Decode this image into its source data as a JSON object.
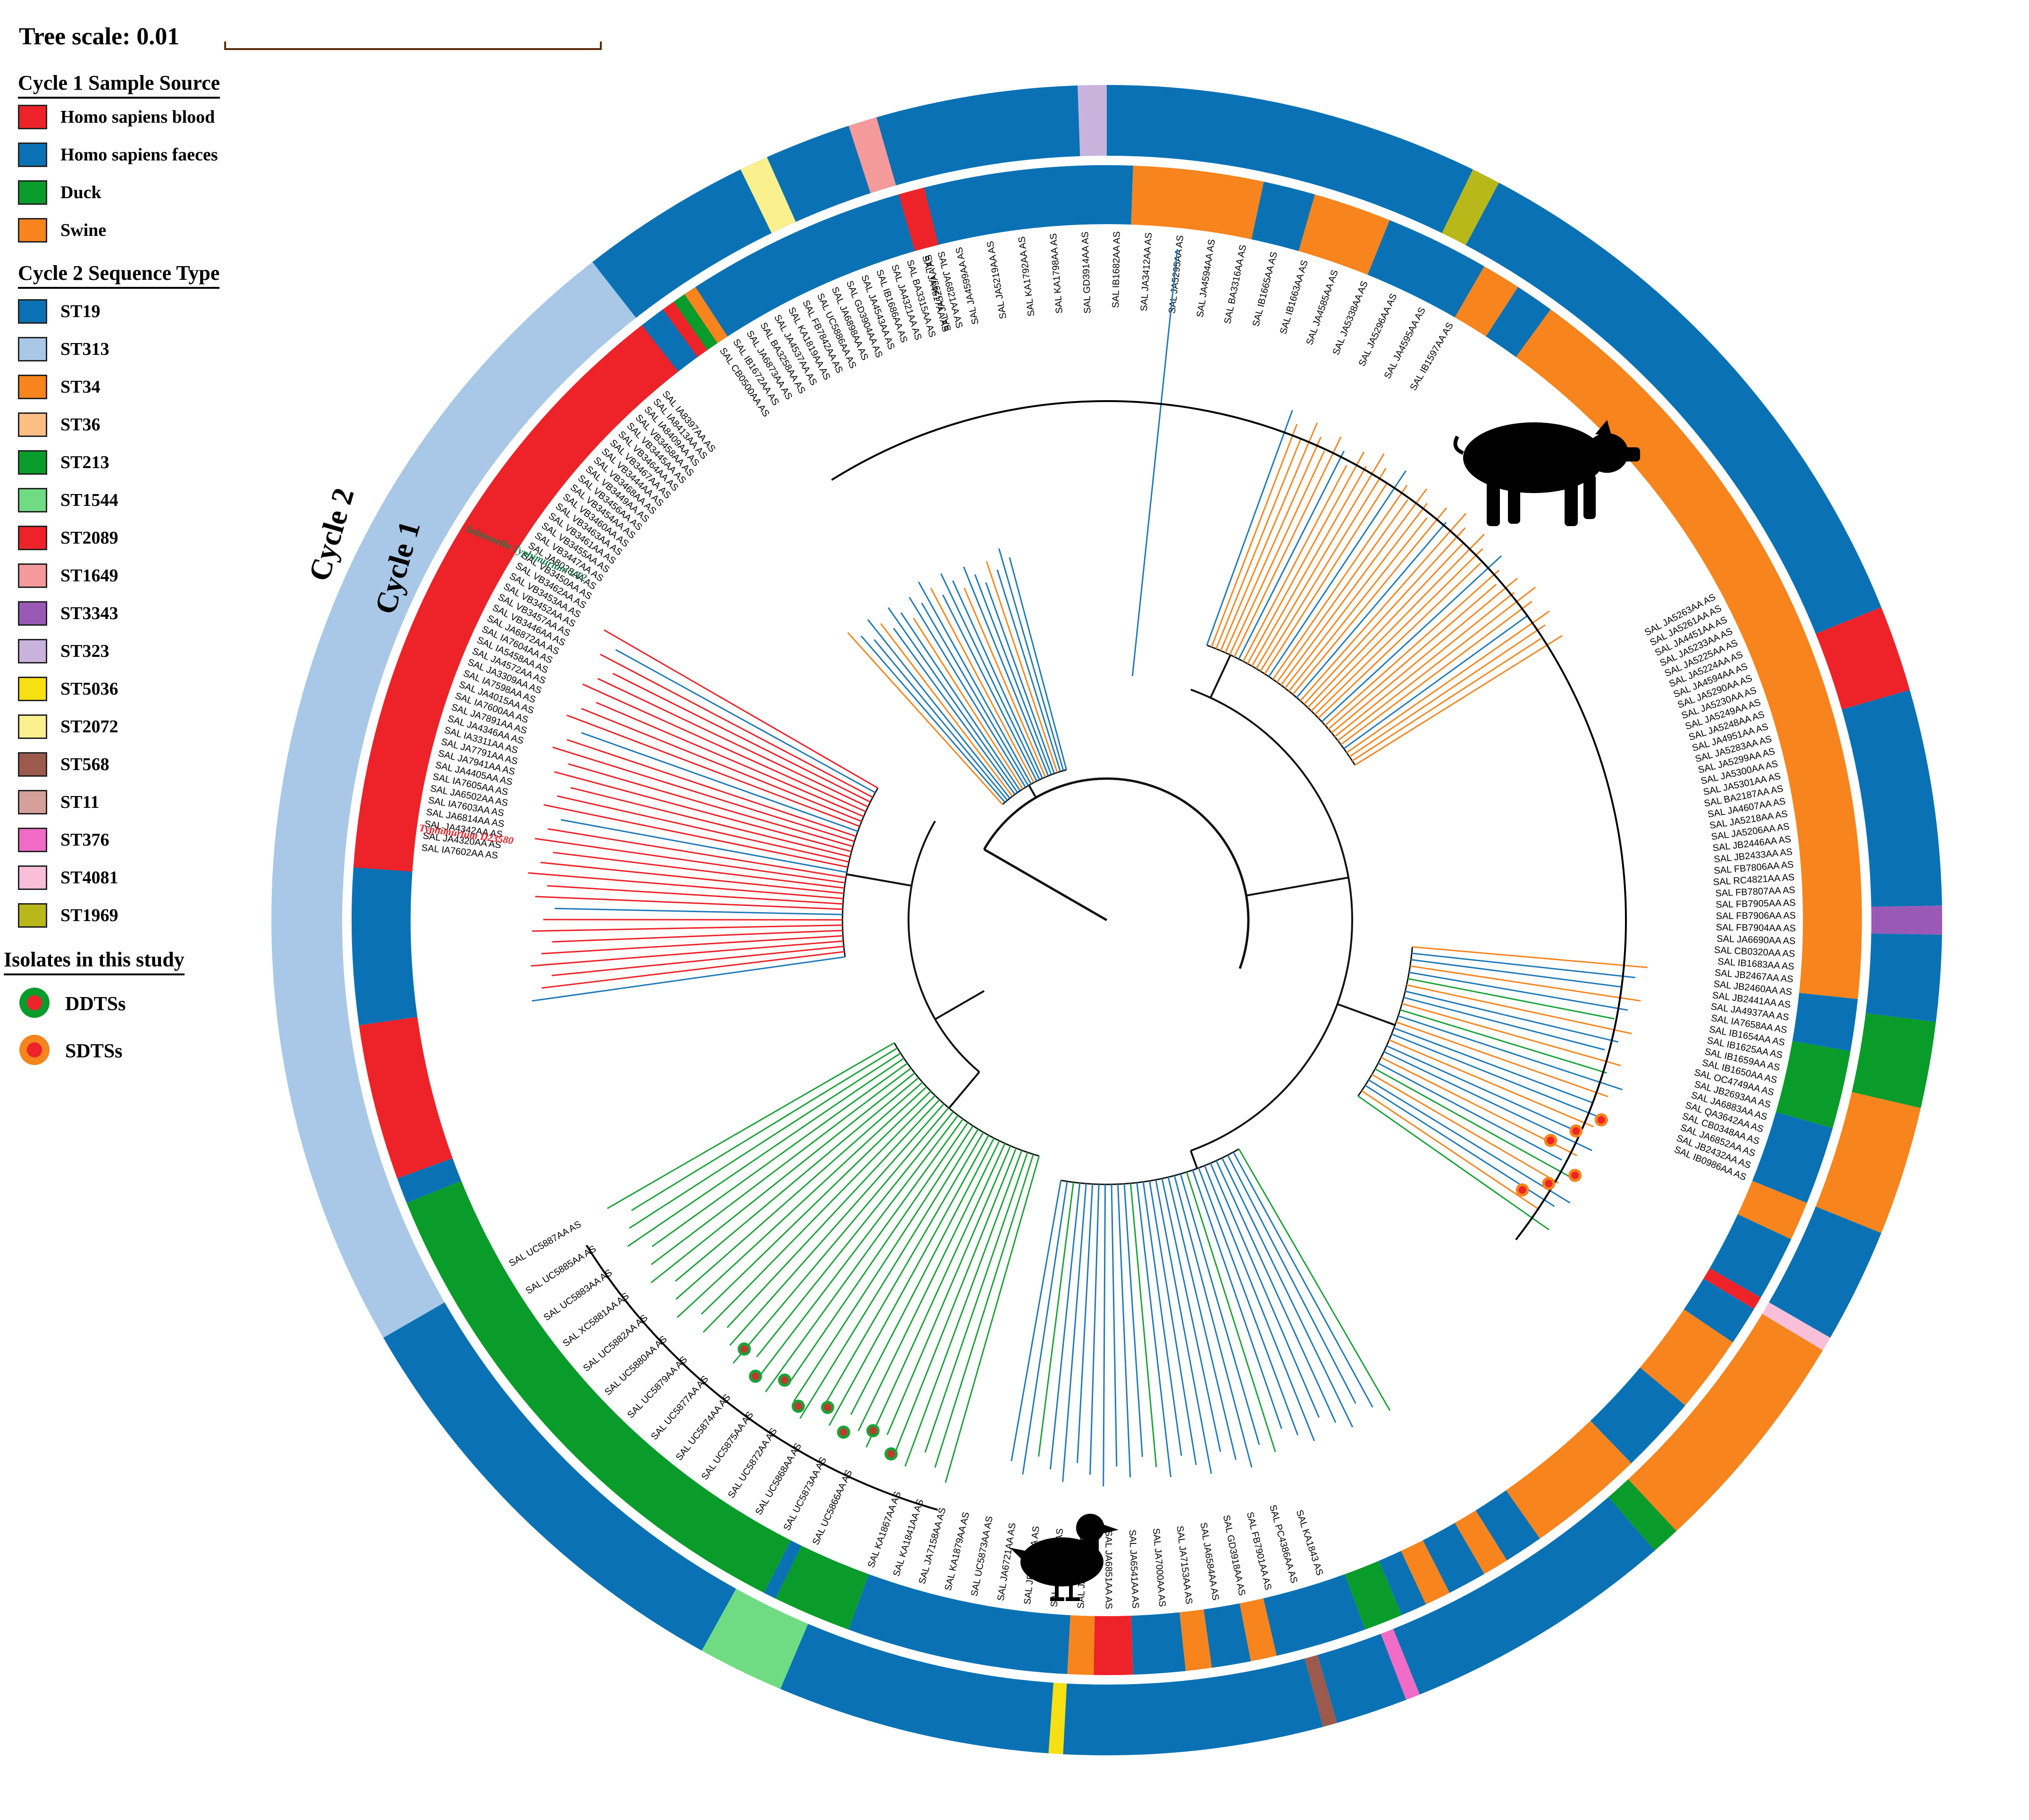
{
  "scale": {
    "label": "Tree scale: 0.01"
  },
  "legend_sample_source": {
    "title": "Cycle 1  Sample Source",
    "items": [
      {
        "label": "Homo sapiens blood",
        "color": "#ee2229"
      },
      {
        "label": "Homo sapiens faeces",
        "color": "#0a72b4"
      },
      {
        "label": "Duck",
        "color": "#0a9c2a"
      },
      {
        "label": "Swine",
        "color": "#f7841c"
      }
    ]
  },
  "legend_sequence_type": {
    "title": "Cycle 2  Sequence Type",
    "items": [
      {
        "label": "ST19",
        "color": "#0a72b4"
      },
      {
        "label": "ST313",
        "color": "#a9c8e8"
      },
      {
        "label": "ST34",
        "color": "#f7841c"
      },
      {
        "label": "ST36",
        "color": "#fbbf83"
      },
      {
        "label": "ST213",
        "color": "#0a9c2a"
      },
      {
        "label": "ST1544",
        "color": "#6fdc84"
      },
      {
        "label": "ST2089",
        "color": "#ee2229"
      },
      {
        "label": "ST1649",
        "color": "#f59a9a"
      },
      {
        "label": "ST3343",
        "color": "#9b59b6"
      },
      {
        "label": "ST323",
        "color": "#c9b3dc"
      },
      {
        "label": "ST5036",
        "color": "#f7e011"
      },
      {
        "label": "ST2072",
        "color": "#faf08e"
      },
      {
        "label": "ST568",
        "color": "#9c5a4d"
      },
      {
        "label": "ST11",
        "color": "#d6a09a"
      },
      {
        "label": "ST376",
        "color": "#f06cc6"
      },
      {
        "label": "ST4081",
        "color": "#f9bfd9"
      },
      {
        "label": "ST1969",
        "color": "#b8b81a"
      }
    ]
  },
  "legend_isolates": {
    "title": "Isolates in this study",
    "items": [
      {
        "label": "DDTSs",
        "outer": "#0a9c2a",
        "inner": "#ee2229"
      },
      {
        "label": "SDTSs",
        "outer": "#f7841c",
        "inner": "#ee2229"
      }
    ]
  },
  "ring_labels": {
    "cycle2": "Cycle 2",
    "cycle1": "Cycle 1"
  },
  "reference_labels": {
    "lt2": "Salmonella Typhimurium LT2",
    "d23580": "Salmonella Typhimurium D23580"
  },
  "cycle1_segments": [
    {
      "start": -90,
      "end": -72,
      "source": "Homo sapiens faeces"
    },
    {
      "start": -72,
      "end": -68,
      "source": "Swine"
    },
    {
      "start": -68,
      "end": -52,
      "source": "Homo sapiens faeces"
    },
    {
      "start": -52,
      "end": -40,
      "source": "Swine"
    },
    {
      "start": -40,
      "end": -30,
      "source": "Homo sapiens faeces"
    },
    {
      "start": -30,
      "end": -28,
      "source": "Swine"
    },
    {
      "start": -28,
      "end": -24,
      "source": "Homo sapiens faeces"
    },
    {
      "start": -24,
      "end": -14,
      "source": "Swine"
    },
    {
      "start": -14,
      "end": -8,
      "source": "Homo sapiens faeces"
    },
    {
      "start": -8,
      "end": -6,
      "source": "Homo sapiens blood"
    },
    {
      "start": -6,
      "end": 2,
      "source": "Homo sapiens faeces"
    },
    {
      "start": 2,
      "end": 12,
      "source": "Swine"
    },
    {
      "start": 12,
      "end": 16,
      "source": "Homo sapiens faeces"
    },
    {
      "start": 16,
      "end": 22,
      "source": "Swine"
    },
    {
      "start": 22,
      "end": 30,
      "source": "Homo sapiens faeces"
    },
    {
      "start": 30,
      "end": 33,
      "source": "Swine"
    },
    {
      "start": 33,
      "end": 36,
      "source": "Homo sapiens faeces"
    },
    {
      "start": 36,
      "end": 96,
      "source": "Swine"
    },
    {
      "start": 96,
      "end": 100,
      "source": "Homo sapiens faeces"
    },
    {
      "start": 100,
      "end": 106,
      "source": "Duck"
    },
    {
      "start": 106,
      "end": 112,
      "source": "Homo sapiens faeces"
    },
    {
      "start": 112,
      "end": 115,
      "source": "Swine"
    },
    {
      "start": 115,
      "end": 120,
      "source": "Homo sapiens faeces"
    },
    {
      "start": 120,
      "end": 121,
      "source": "Homo sapiens blood"
    },
    {
      "start": 121,
      "end": 124,
      "source": "Homo sapiens faeces"
    },
    {
      "start": 124,
      "end": 130,
      "source": "Swine"
    },
    {
      "start": 130,
      "end": 136,
      "source": "Homo sapiens faeces"
    },
    {
      "start": 136,
      "end": 145,
      "source": "Swine"
    },
    {
      "start": 145,
      "end": 148,
      "source": "Homo sapiens faeces"
    },
    {
      "start": 148,
      "end": 150,
      "source": "Swine"
    },
    {
      "start": 150,
      "end": 153,
      "source": "Homo sapiens faeces"
    },
    {
      "start": 153,
      "end": 155,
      "source": "Swine"
    },
    {
      "start": 155,
      "end": 157,
      "source": "Homo sapiens faeces"
    },
    {
      "start": 157,
      "end": 160,
      "source": "Duck"
    },
    {
      "start": 160,
      "end": 167,
      "source": "Homo sapiens faeces"
    },
    {
      "start": 167,
      "end": 169,
      "source": "Swine"
    },
    {
      "start": 169,
      "end": 172,
      "source": "Homo sapiens faeces"
    },
    {
      "start": 172,
      "end": 174,
      "source": "Swine"
    },
    {
      "start": 174,
      "end": 178,
      "source": "Homo sapiens faeces"
    },
    {
      "start": 178,
      "end": 181,
      "source": "Homo sapiens blood"
    },
    {
      "start": 181,
      "end": 183,
      "source": "Swine"
    },
    {
      "start": 183,
      "end": 200,
      "source": "Homo sapiens faeces"
    },
    {
      "start": 200,
      "end": 206,
      "source": "Duck"
    },
    {
      "start": 206,
      "end": 207,
      "source": "Homo sapiens faeces"
    },
    {
      "start": 207,
      "end": 248,
      "source": "Duck"
    },
    {
      "start": 248,
      "end": 250,
      "source": "Homo sapiens faeces"
    },
    {
      "start": 250,
      "end": 262,
      "source": "Homo sapiens blood"
    },
    {
      "start": 262,
      "end": 274,
      "source": "Homo sapiens faeces"
    },
    {
      "start": 274,
      "end": 322,
      "source": "Homo sapiens blood"
    },
    {
      "start": 322,
      "end": 324,
      "source": "Homo sapiens faeces"
    },
    {
      "start": 324,
      "end": 325,
      "source": "Homo sapiens blood"
    },
    {
      "start": 325,
      "end": 326,
      "source": "Duck"
    },
    {
      "start": 326,
      "end": 327,
      "source": "Swine"
    },
    {
      "start": 327,
      "end": 344,
      "source": "Homo sapiens faeces"
    },
    {
      "start": 344,
      "end": 346,
      "source": "Homo sapiens blood"
    },
    {
      "start": 346,
      "end": 360,
      "source": "Homo sapiens faeces"
    }
  ],
  "cycle2_segments": [
    {
      "start": -88,
      "end": -2,
      "st": "ST19"
    },
    {
      "start": -2,
      "end": 0,
      "st": "ST323"
    },
    {
      "start": 0,
      "end": 26,
      "st": "ST19"
    },
    {
      "start": 26,
      "end": 28,
      "st": "ST1969"
    },
    {
      "start": 28,
      "end": 68,
      "st": "ST19"
    },
    {
      "start": 68,
      "end": 74,
      "st": "ST2089"
    },
    {
      "start": 74,
      "end": 89,
      "st": "ST19"
    },
    {
      "start": 89,
      "end": 91,
      "st": "ST3343"
    },
    {
      "start": 91,
      "end": 97,
      "st": "ST19"
    },
    {
      "start": 97,
      "end": 103,
      "st": "ST213"
    },
    {
      "start": 103,
      "end": 112,
      "st": "ST34"
    },
    {
      "start": 112,
      "end": 120,
      "st": "ST19"
    },
    {
      "start": 120,
      "end": 121,
      "st": "ST4081"
    },
    {
      "start": 121,
      "end": 137,
      "st": "ST34"
    },
    {
      "start": 137,
      "end": 139,
      "st": "ST213"
    },
    {
      "start": 139,
      "end": 158,
      "st": "ST19"
    },
    {
      "start": 158,
      "end": 159,
      "st": "ST376"
    },
    {
      "start": 159,
      "end": 164,
      "st": "ST19"
    },
    {
      "start": 164,
      "end": 165,
      "st": "ST568"
    },
    {
      "start": 165,
      "end": 183,
      "st": "ST19"
    },
    {
      "start": 183,
      "end": 184,
      "st": "ST5036"
    },
    {
      "start": 184,
      "end": 203,
      "st": "ST19"
    },
    {
      "start": 203,
      "end": 209,
      "st": "ST1544"
    },
    {
      "start": 209,
      "end": 240,
      "st": "ST19"
    },
    {
      "start": 240,
      "end": 322,
      "st": "ST313"
    },
    {
      "start": 322,
      "end": 328,
      "st": "ST19"
    },
    {
      "start": 328,
      "end": 334,
      "st": "ST19"
    },
    {
      "start": 334,
      "end": 336,
      "st": "ST2072"
    },
    {
      "start": 336,
      "end": 342,
      "st": "ST19"
    },
    {
      "start": 342,
      "end": 344,
      "st": "ST1649"
    },
    {
      "start": 344,
      "end": 352,
      "st": "ST19"
    }
  ],
  "leaf_labels": {
    "red_clade": [
      "SAL IA7602AA AS",
      "SAL JA4320AA AS",
      "SAL JA4342AA AS",
      "SAL JA6814AA AS",
      "SAL IA7603AA AS",
      "SAL JA6502AA AS",
      "SAL IA7605AA AS",
      "SAL JA4405AA AS",
      "SAL JA7941AA AS",
      "SAL JA7791AA AS",
      "SAL IA3311AA AS",
      "SAL JA4346AA AS",
      "SAL JA7891AA AS",
      "SAL IA7600AA AS",
      "SAL JA4015AA AS",
      "SAL IA7598AA AS",
      "SAL JA3309AA AS",
      "SAL JA4572AA AS",
      "SAL IA5458AA AS",
      "SAL IA7604AA AS",
      "SAL JA6872AA AS",
      "SAL VB3446AA AS",
      "SAL VB3457AA AS",
      "SAL VB3452AA AS",
      "SAL VB3453AA AS",
      "SAL VB3462AA AS",
      "SAL VB3450AA AS",
      "SAL JA8028AA AS",
      "SAL VB3447AA AS",
      "SAL VB3455AA AS",
      "SAL VB3461AA AS",
      "SAL VB3463AA AS",
      "SAL VB3460AA AS",
      "SAL VB3454AA AS",
      "SAL VB3456AA AS",
      "SAL VB3449AA AS",
      "SAL VB3468AA AS",
      "SAL VB3444AA AS",
      "SAL VB3467AA AS",
      "SAL VB3464AA AS",
      "SAL VB3445AA AS",
      "SAL VB3458AA AS",
      "SAL IA8409AA AS",
      "SAL IA8413AA AS",
      "SAL IA8397AA AS"
    ],
    "swine_clade": [
      "SAL JA5263AA AS",
      "SAL JA5261AA AS",
      "SAL JA4451AA AS",
      "SAL JA5233AA AS",
      "SAL JA5225AA AS",
      "SAL JA5224AA AS",
      "SAL JA4594AA AS",
      "SAL JA5290AA AS",
      "SAL JA5230AA AS",
      "SAL JA5249AA AS",
      "SAL JA5248AA AS",
      "SAL JA4951AA AS",
      "SAL JA5283AA AS",
      "SAL JA5299AA AS",
      "SAL JA5300AA AS",
      "SAL JA5301AA AS",
      "SAL BA2187AA AS",
      "SAL JA4607AA AS",
      "SAL JA5218AA AS",
      "SAL JA5206AA AS",
      "SAL JB2446AA AS",
      "SAL JB2433AA AS",
      "SAL FB7806AA AS",
      "SAL RC4821AA AS",
      "SAL FB7807AA AS",
      "SAL FB7905AA AS",
      "SAL FB7906AA AS",
      "SAL FB7904AA AS",
      "SAL JA6690AA AS",
      "SAL CB0320AA AS",
      "SAL IB1683AA AS",
      "SAL JB2467AA AS",
      "SAL JB2460AA AS",
      "SAL JB2441AA AS",
      "SAL JA4937AA AS",
      "SAL IA7658AA AS",
      "SAL IB1654AA AS",
      "SAL IB1625AA AS",
      "SAL IB1659AA AS",
      "SAL IB1650AA AS",
      "SAL OC4749AA AS",
      "SAL JB2693AA AS",
      "SAL JA6883AA AS",
      "SAL QA3642AA AS",
      "SAL CB0348AA AS",
      "SAL JA6852AA AS",
      "SAL JB2432AA AS",
      "SAL IB0986AA AS"
    ],
    "top_clade": [
      "SAL JA5299AA AS",
      "SAL JA4599AA AS",
      "SAL JA5219AA AS",
      "SAL KA1792AA AS",
      "SAL KA1798AA AS",
      "SAL GD3914AA AS",
      "SAL IB1682AA AS",
      "SAL JA3412AA AS",
      "SAL JA5295AA AS",
      "SAL JA4594AA AS",
      "SAL BA3316AA AS",
      "SAL IB1665AA AS",
      "SAL IB1663AA AS",
      "SAL JA4585AA AS",
      "SAL JA5338AA AS",
      "SAL JA5296AA AS",
      "SAL JA4595AA AS",
      "SAL IB1597AA AS"
    ],
    "duck_clade": [
      "SAL UC5866AA AS",
      "SAL UC5873AA AS",
      "SAL UC5868AA AS",
      "SAL UC5872AA AS",
      "SAL UC5875AA AS",
      "SAL UC5874AA AS",
      "SAL UC5877AA AS",
      "SAL UC5879AA AS",
      "SAL UC5880AA AS",
      "SAL UC5882AA AS",
      "SAL XC5881AA AS",
      "SAL UC5883AA AS",
      "SAL UC5885AA AS",
      "SAL UC5887AA AS"
    ],
    "bottom_clade": [
      "SAL KA1843 AS",
      "SAL PC4386AA AS",
      "SAL FB7901AA AS",
      "SAL GD3918AA AS",
      "SAL JA6584AA AS",
      "SAL JA7153AA AS",
      "SAL JA7000AA AS",
      "SAL JA6541AA AS",
      "SAL JA6851AA AS",
      "SAL JA6712AA AS",
      "SAL JA6766AA AS",
      "SAL JB2614AA AS",
      "SAL JA6721AA AS",
      "SAL UC5873AA AS",
      "SAL KA1879AA AS",
      "SAL JA7158AA AS",
      "SAL KA1841AA AS",
      "SAL KA1867AA AS"
    ],
    "left_upper_clade": [
      "SAL CB0500AA AS",
      "SAL IB1672AA AS",
      "SAL JA6873AA AS",
      "SAL BA3258AA AS",
      "SAL JA4537AA AS",
      "SAL KA1819AA AS",
      "SAL FB7842AA AS",
      "SAL UC5886AA AS",
      "SAL JA6898AA AS",
      "SAL GD3904AA AS",
      "SAL JA4543AA AS",
      "SAL IB1686AA AS",
      "SAL JA4321AA AS",
      "SAL BA3315AA AS",
      "SAL JA4617AA AS",
      "SAL JA6821AA AS"
    ]
  },
  "isolate_markers": {
    "ddts_count": 8,
    "sdts_count": 6
  }
}
